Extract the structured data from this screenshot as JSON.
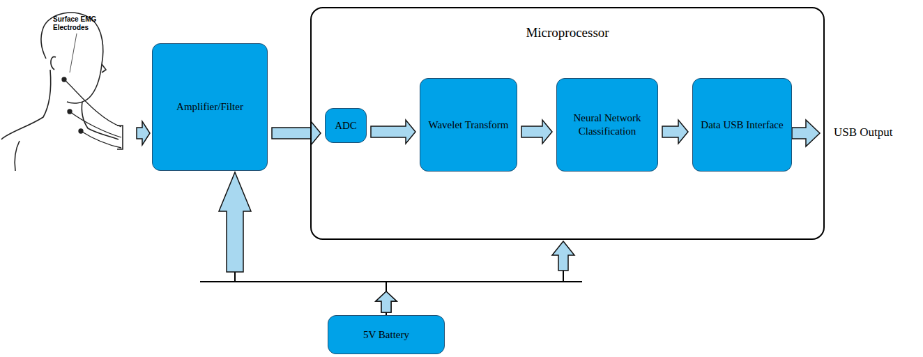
{
  "diagram": {
    "nodes": [
      {
        "text": [
          "Amplifier/Filter"
        ]
      },
      {
        "text": [
          "Microprocessor"
        ]
      },
      {
        "text": [
          "ADC"
        ],
        "in": 1
      },
      {
        "text": [
          "Wavelet Transform"
        ],
        "in": 1
      },
      {
        "text": [
          "Neural Network Classification"
        ],
        "in": 1
      },
      {
        "text": [
          "Data USB Interface"
        ],
        "in": 1
      },
      {
        "text": [
          "5V Battery"
        ]
      }
    ],
    "edges": [
      {
        "from": 0,
        "to": 2,
        "arrow": "to"
      },
      {
        "from": 2,
        "to": 3,
        "arrow": "to"
      },
      {
        "from": 3,
        "to": 4,
        "arrow": "to"
      },
      {
        "from": 4,
        "to": 5,
        "arrow": "to"
      },
      {
        "from": 6,
        "to": 0,
        "arrow": "to"
      },
      {
        "from": 6,
        "to": 1,
        "arrow": "to"
      }
    ],
    "labels": [
      "Surface EMG Electrodes",
      "USB Output"
    ]
  }
}
